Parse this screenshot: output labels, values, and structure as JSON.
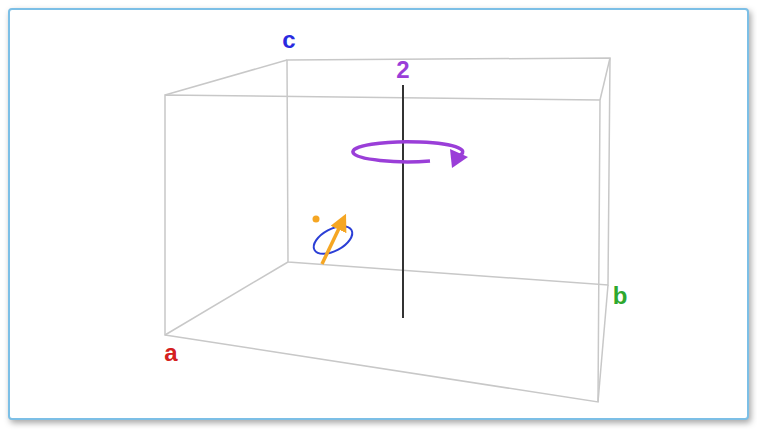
{
  "diagram": {
    "labels": [
      "c",
      "2",
      "b",
      "a"
    ]
  }
}
